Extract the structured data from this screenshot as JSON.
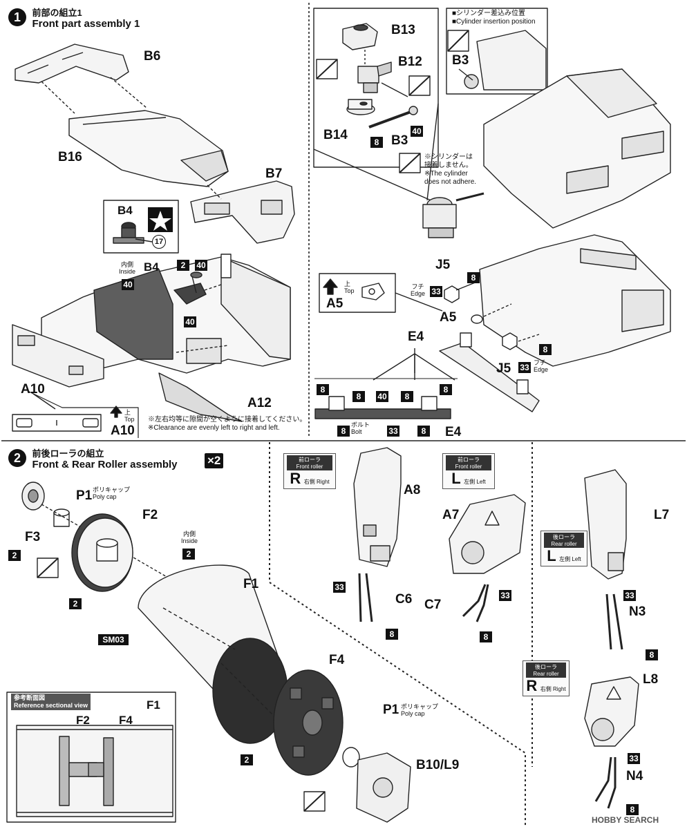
{
  "step1": {
    "number": "1",
    "title_ja": "前部の組立1",
    "title_en": "Front part assembly 1"
  },
  "step2": {
    "number": "2",
    "title_ja": "前後ローラの組立",
    "title_en": "Front & Rear Roller assembly",
    "multiplier": "×2"
  },
  "parts": {
    "B6": "B6",
    "B16": "B16",
    "B7": "B7",
    "B4": "B4",
    "B4b": "B4",
    "A10": "A10",
    "A12": "A12",
    "A10b": "A10",
    "B13": "B13",
    "B12": "B12",
    "B14": "B14",
    "B3": "B3",
    "B3b": "B3",
    "J5": "J5",
    "J5b": "J5",
    "A5": "A5",
    "A5b": "A5",
    "E4": "E4",
    "E4b": "E4",
    "P1": "P1",
    "P1b": "P1",
    "F2": "F2",
    "F3": "F3",
    "F1": "F1",
    "F4": "F4",
    "SM03": "SM03",
    "B10L9": "B10/L9",
    "A8": "A8",
    "A7": "A7",
    "C6": "C6",
    "C7": "C7",
    "L7": "L7",
    "N3": "N3",
    "L8": "L8",
    "N4": "N4",
    "secF1": "F1",
    "secF2": "F2",
    "secF4": "F4"
  },
  "codes": {
    "c2": "2",
    "c8": "8",
    "c17": "17",
    "c33": "33",
    "c40": "40"
  },
  "text": {
    "inside_ja": "内側",
    "inside_en": "Inside",
    "top_ja": "上",
    "top_en": "Top",
    "edge_ja": "フチ",
    "edge_en": "Edge",
    "bolt_ja": "ボルト",
    "bolt_en": "Bolt",
    "polycap_ja": "ポリキャップ",
    "polycap_en": "Poly cap",
    "clearance_ja": "※左右均等に隙間が空くように接着してください。",
    "clearance_en": "※Clearance are evenly left to right and left.",
    "cyl_pos_ja": "■シリンダー差込み位置",
    "cyl_pos_en": "■Cylinder insertion position",
    "cyl_note_ja1": "※シリンダーは",
    "cyl_note_ja2": "接着しません。",
    "cyl_note_en1": "※The cylinder",
    "cyl_note_en2": "does not adhere.",
    "sectional_ja": "参考断面図",
    "sectional_en": "Reference sectional view",
    "front_roller_ja": "前ローラ",
    "front_roller_en": "Front roller",
    "rear_roller_ja": "後ローラ",
    "rear_roller_en": "Rear roller",
    "R": "R",
    "L": "L",
    "right_ja": "右側",
    "right_en": "Right",
    "left_ja": "左側",
    "left_en": "Left",
    "watermark": "HOBBY SEARCH"
  }
}
